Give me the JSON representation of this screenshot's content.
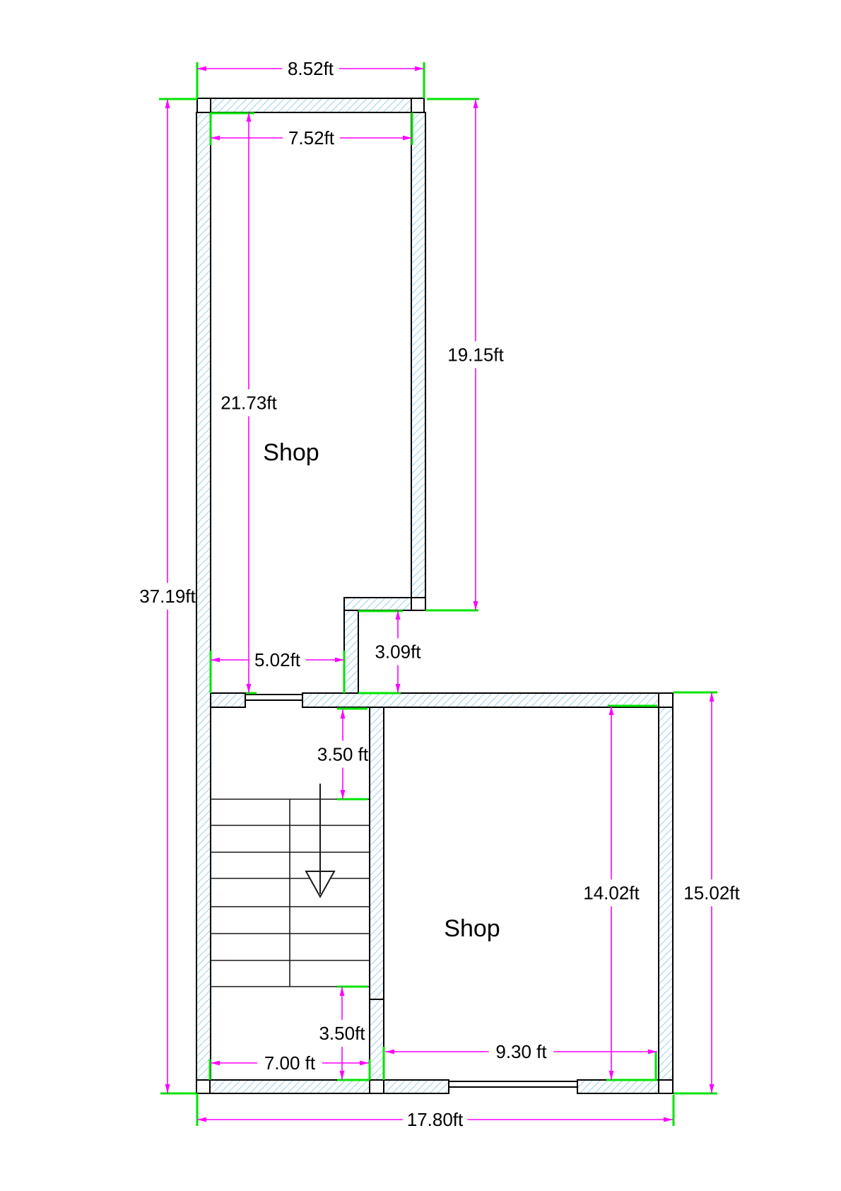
{
  "plan": {
    "rooms": [
      {
        "label": "Shop"
      },
      {
        "label": "Shop"
      }
    ],
    "dimensions": {
      "top_width": "8.52ft",
      "top_inner_width": "7.52ft",
      "upper_inner_height": "21.73ft",
      "right_upper_height": "19.15ft",
      "left_total_height": "37.19ft",
      "lower_left_width": "5.02ft",
      "step_height": "3.09ft",
      "stair_top_offset": "3.50 ft",
      "shop2_inner_height": "14.02ft",
      "right_lower_height": "15.02ft",
      "stair_bottom_offset": "3.50ft",
      "stair_width": "7.00 ft",
      "shop2_inner_width": "9.30 ft",
      "bottom_total_width": "17.80ft"
    },
    "colors": {
      "dimension_line": "#ff00ff",
      "extension_line": "#00e400",
      "wall_hatch": "#aad5f0",
      "wall_outline": "#000000",
      "stair_line": "#1a1a1a",
      "text": "#000000",
      "background": "#ffffff"
    }
  }
}
